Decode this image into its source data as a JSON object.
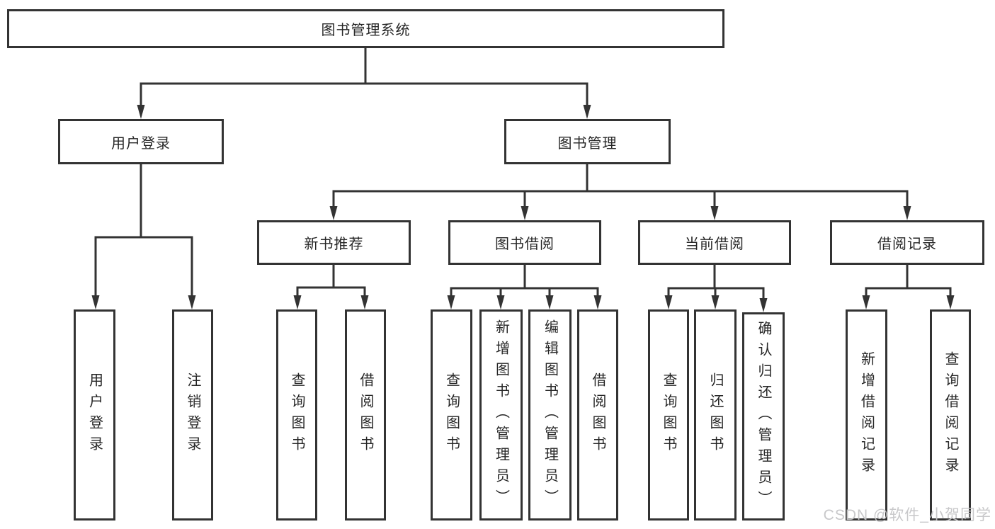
{
  "diagram": {
    "type": "hierarchy-tree",
    "watermark": "CSDN @软件_小贺同学",
    "colors": {
      "background": "#ffffff",
      "line": "#333333",
      "box_border": "#333333",
      "text": "#262626",
      "watermark": "#c5c5c7"
    },
    "nodes": {
      "root": {
        "label": "图书管理系统"
      },
      "login": {
        "label": "用户登录"
      },
      "manage": {
        "label": "图书管理"
      },
      "recommend": {
        "label": "新书推荐"
      },
      "borrow": {
        "label": "图书借阅"
      },
      "current": {
        "label": "当前借阅"
      },
      "records": {
        "label": "借阅记录"
      },
      "login_user": {
        "label": "用户登录"
      },
      "login_out": {
        "label": "注销登录"
      },
      "rec_query": {
        "label": "查询图书"
      },
      "rec_borrow": {
        "label": "借阅图书"
      },
      "bor_query": {
        "label": "查询图书"
      },
      "bor_add": {
        "label": "新增图书（管理员）"
      },
      "bor_edit": {
        "label": "编辑图书（管理员）"
      },
      "bor_borrow": {
        "label": "借阅图书"
      },
      "cur_query": {
        "label": "查询图书"
      },
      "cur_return": {
        "label": "归还图书"
      },
      "cur_confirm": {
        "label": "确认归还（管理员）"
      },
      "recs_add": {
        "label": "新增借阅记录"
      },
      "recs_query": {
        "label": "查询借阅记录"
      }
    },
    "edges": [
      [
        "root",
        "login"
      ],
      [
        "root",
        "manage"
      ],
      [
        "login",
        "login_user"
      ],
      [
        "login",
        "login_out"
      ],
      [
        "manage",
        "recommend"
      ],
      [
        "manage",
        "borrow"
      ],
      [
        "manage",
        "current"
      ],
      [
        "manage",
        "records"
      ],
      [
        "recommend",
        "rec_query"
      ],
      [
        "recommend",
        "rec_borrow"
      ],
      [
        "borrow",
        "bor_query"
      ],
      [
        "borrow",
        "bor_add"
      ],
      [
        "borrow",
        "bor_edit"
      ],
      [
        "borrow",
        "bor_borrow"
      ],
      [
        "current",
        "cur_query"
      ],
      [
        "current",
        "cur_return"
      ],
      [
        "current",
        "cur_confirm"
      ],
      [
        "records",
        "recs_add"
      ],
      [
        "records",
        "recs_query"
      ]
    ]
  }
}
